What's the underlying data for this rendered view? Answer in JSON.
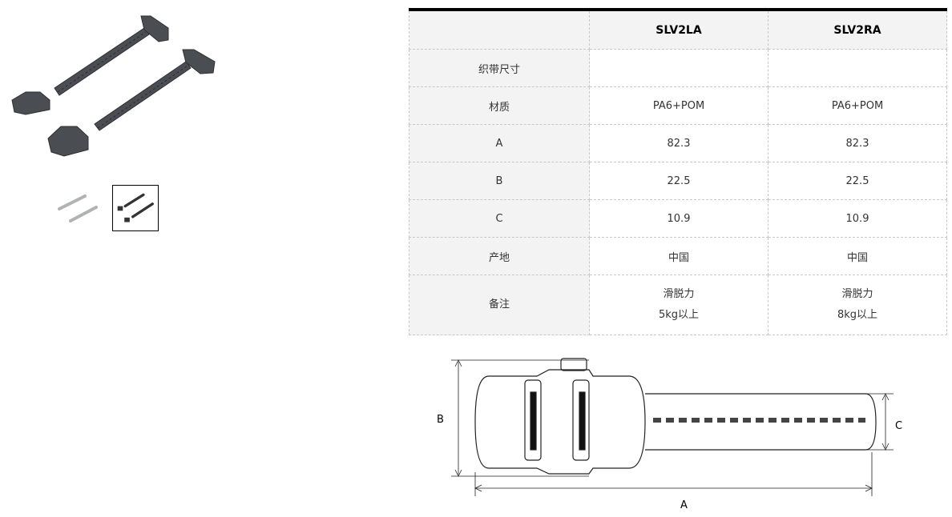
{
  "gallery": {
    "selected_index": 1,
    "thumbnail_count": 2
  },
  "spec_table": {
    "headers": [
      "",
      "SLV2LA",
      "SLV2RA"
    ],
    "rows": [
      {
        "label": "织带尺寸",
        "values": [
          "",
          ""
        ]
      },
      {
        "label": "材质",
        "values": [
          "PA6+POM",
          "PA6+POM"
        ]
      },
      {
        "label": "A",
        "values": [
          "82.3",
          "82.3"
        ]
      },
      {
        "label": "B",
        "values": [
          "22.5",
          "22.5"
        ]
      },
      {
        "label": "C",
        "values": [
          "10.9",
          "10.9"
        ]
      },
      {
        "label": "产地",
        "values": [
          "中国",
          "中国"
        ]
      },
      {
        "label": "备注",
        "values": [
          [
            "滑脱力",
            "5kg以上"
          ],
          [
            "滑脱力",
            "8kg以上"
          ]
        ]
      }
    ]
  },
  "diagram": {
    "dim_a": "A",
    "dim_b": "B",
    "dim_c": "C"
  }
}
